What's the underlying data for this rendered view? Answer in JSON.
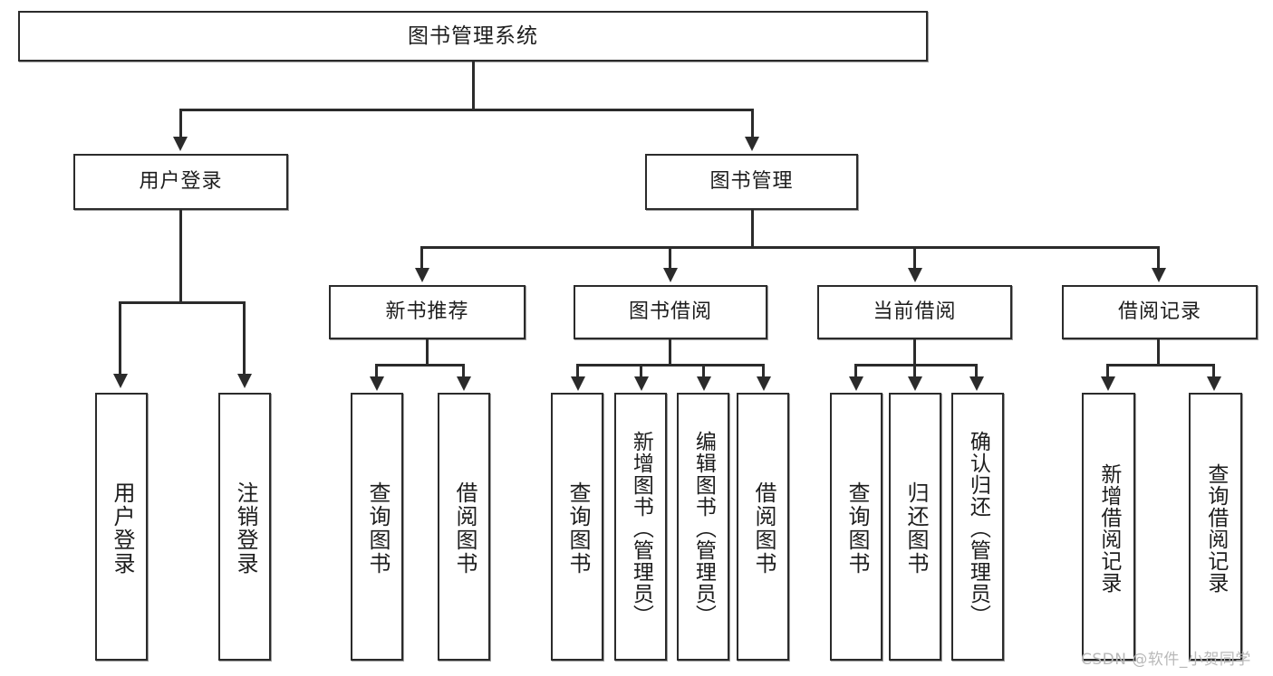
{
  "diagram": {
    "title": "图书管理系统",
    "type": "tree-hierarchy-diagram",
    "watermark": "CSDN @软件_小贺同学",
    "colors": {
      "stroke": "#2b2b2b",
      "fill": "#ffffff",
      "text": "#1d1d1d",
      "watermark": "#b9b9b9"
    },
    "nodes": {
      "root": {
        "label": "图书管理系统"
      },
      "level2": [
        {
          "label": "用户登录"
        },
        {
          "label": "图书管理"
        }
      ],
      "level3": [
        {
          "label": "新书推荐"
        },
        {
          "label": "图书借阅"
        },
        {
          "label": "当前借阅"
        },
        {
          "label": "借阅记录"
        }
      ],
      "leaves": {
        "user_login": [
          {
            "label": "用户登录"
          },
          {
            "label": "注销登录"
          }
        ],
        "new_book_recommend": [
          {
            "label": "查询图书"
          },
          {
            "label": "借阅图书"
          }
        ],
        "book_borrow": [
          {
            "label": "查询图书"
          },
          {
            "label": "新增图书（管理员）"
          },
          {
            "label": "编辑图书（管理员）"
          },
          {
            "label": "借阅图书"
          }
        ],
        "current_borrow": [
          {
            "label": "查询图书"
          },
          {
            "label": "归还图书"
          },
          {
            "label": "确认归还（管理员）"
          }
        ],
        "borrow_record": [
          {
            "label": "新增借阅记录"
          },
          {
            "label": "查询借阅记录"
          }
        ]
      }
    }
  }
}
